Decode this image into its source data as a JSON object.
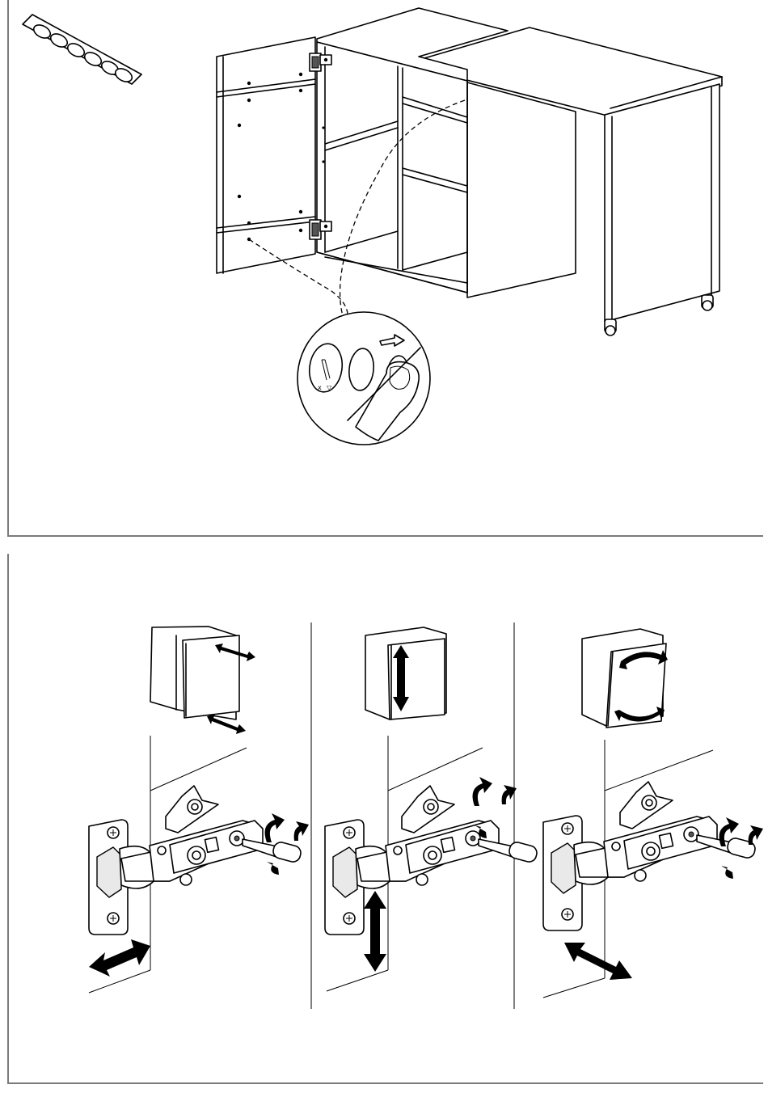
{
  "figure": {
    "panels": [
      {
        "id": "top",
        "content": "desk-assembly-with-cover-caps",
        "icons": [
          "cover-cap-strip-icon",
          "desk-cabinet-icon",
          "magnified-detail-icon"
        ]
      },
      {
        "id": "bottom",
        "content": "hinge-adjustment",
        "steps": [
          {
            "id": "side-adjustment",
            "icons": [
              "door-side-tilt-icon",
              "hinge-icon",
              "double-arrow-icon",
              "rotate-screw-icon"
            ]
          },
          {
            "id": "height-adjustment",
            "icons": [
              "door-vertical-icon",
              "hinge-icon",
              "double-arrow-icon",
              "rotate-screw-icon"
            ]
          },
          {
            "id": "depth-adjustment",
            "icons": [
              "door-curved-icon",
              "hinge-icon",
              "double-arrow-icon",
              "rotate-screw-icon"
            ]
          }
        ]
      }
    ],
    "colors": {
      "line": "#000000",
      "frame": "#7a7a7a",
      "fill": "#ffffff",
      "shade": "#e9e9e9"
    }
  }
}
